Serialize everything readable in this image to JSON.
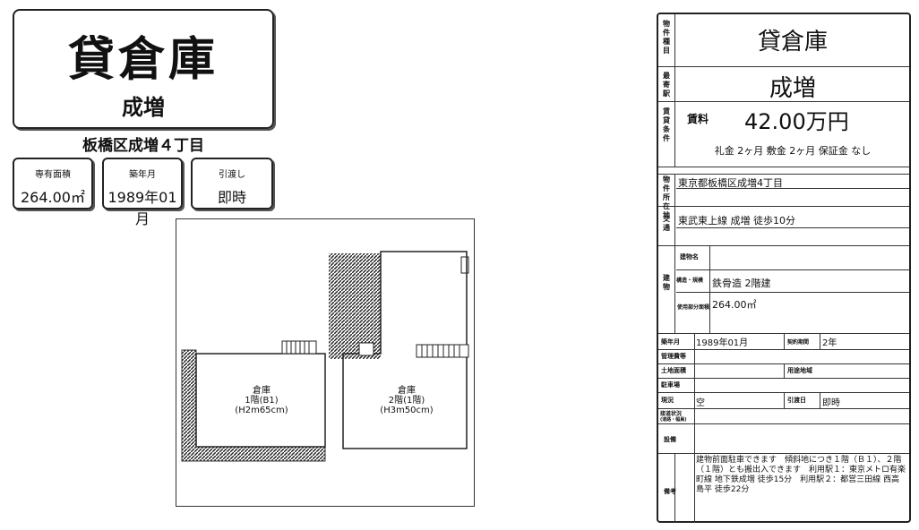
{
  "flyer": {
    "title": "貸倉庫",
    "area_name": "成増",
    "address": "板橋区成増４丁目",
    "info": [
      {
        "label": "専有面積",
        "value": "264.00㎡"
      },
      {
        "label": "築年月",
        "value": "1989年01月"
      },
      {
        "label": "引渡し",
        "value": "即時"
      }
    ],
    "floorplan": {
      "room1": {
        "name": "倉庫",
        "floor": "1階(B1)",
        "height": "(H2m65cm)"
      },
      "room2": {
        "name": "倉庫",
        "floor": "2階(1階)",
        "height": "(H3m50cm)"
      }
    }
  },
  "sheet": {
    "labels": {
      "property_type": "物件種目",
      "nearest": "最寄駅",
      "terms": "賃貸条件",
      "location": "物件所在地",
      "transport": "交通",
      "building": "建物",
      "building_name": "建物名",
      "structure": "構造・規模",
      "usage_area": "使用部分面積",
      "built": "築年月",
      "management_fee": "管理費等",
      "land_area": "土地面積",
      "parking": "駐車場",
      "status": "現況",
      "transfer_status": "接道状況",
      "transfer_status_sub": "(道路・幅員)",
      "equipment": "設備",
      "notes": "備考",
      "contract_period": "契約期間",
      "zoning": "用途地域",
      "handover": "引渡日",
      "rent": "賃料"
    },
    "type": "貸倉庫",
    "station": "成増",
    "rent_value": "42.00万円",
    "deposits": "礼金 2ヶ月  敷金 2ヶ月  保証金 なし",
    "location": "東京都板橋区成増4丁目",
    "transport": "東武東上線 成増 徒歩10分",
    "structure": "鉄骨造 2階建",
    "area": "264.00㎡",
    "built": "1989年01月",
    "contract_period": "2年",
    "status": "空",
    "handover": "即時",
    "notes": "建物前面駐車できます　傾斜地につき１階（Ｂ１）、２階（１階）とも搬出入できます　利用駅１：東京メトロ有楽町線 地下鉄成増 徒歩15分　利用駅２：都営三田線 西高島平 徒歩22分"
  }
}
